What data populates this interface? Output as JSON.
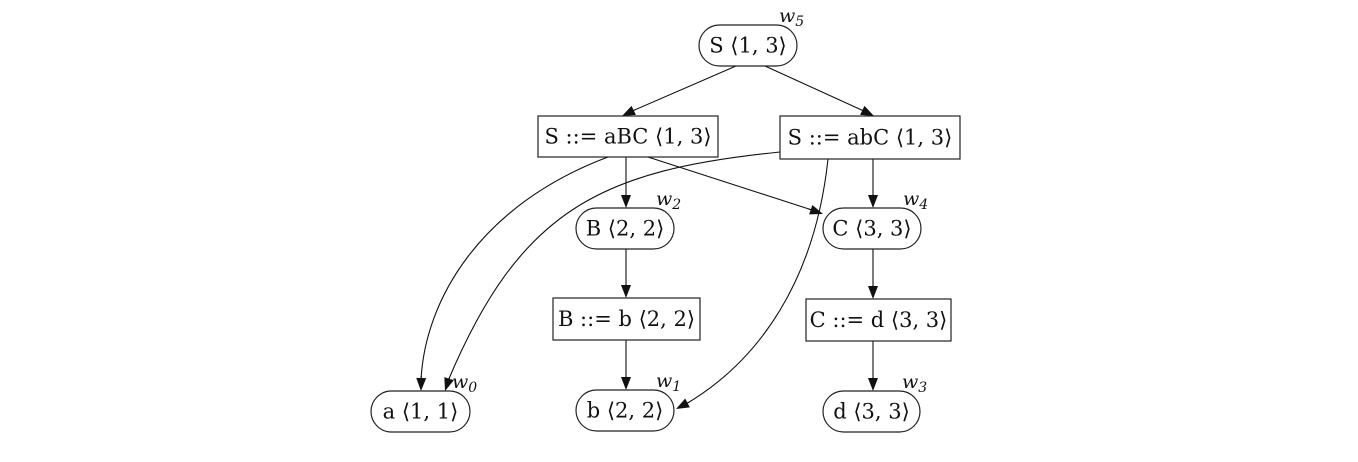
{
  "diagram": {
    "type": "parse-forest",
    "nodes": [
      {
        "id": "S13",
        "kind": "symbol",
        "label": "S ⟨1, 3⟩",
        "weight": {
          "base": "w",
          "sub": "5"
        }
      },
      {
        "id": "S_aBC",
        "kind": "production",
        "label": "S ::= aBC ⟨1, 3⟩"
      },
      {
        "id": "S_abC",
        "kind": "production",
        "label": "S ::= abC ⟨1, 3⟩"
      },
      {
        "id": "B22",
        "kind": "symbol",
        "label": "B ⟨2, 2⟩",
        "weight": {
          "base": "w",
          "sub": "2"
        }
      },
      {
        "id": "C33",
        "kind": "symbol",
        "label": "C ⟨3, 3⟩",
        "weight": {
          "base": "w",
          "sub": "4"
        }
      },
      {
        "id": "B_b",
        "kind": "production",
        "label": "B ::= b ⟨2, 2⟩"
      },
      {
        "id": "C_d",
        "kind": "production",
        "label": "C ::= d ⟨3, 3⟩"
      },
      {
        "id": "a11",
        "kind": "symbol",
        "label": "a ⟨1, 1⟩",
        "weight": {
          "base": "w",
          "sub": "0"
        }
      },
      {
        "id": "b22",
        "kind": "symbol",
        "label": "b ⟨2, 2⟩",
        "weight": {
          "base": "w",
          "sub": "1"
        }
      },
      {
        "id": "d33",
        "kind": "symbol",
        "label": "d ⟨3, 3⟩",
        "weight": {
          "base": "w",
          "sub": "3"
        }
      }
    ],
    "edges": [
      {
        "from": "S13",
        "to": "S_aBC"
      },
      {
        "from": "S13",
        "to": "S_abC"
      },
      {
        "from": "S_aBC",
        "to": "a11"
      },
      {
        "from": "S_aBC",
        "to": "B22"
      },
      {
        "from": "S_aBC",
        "to": "C33"
      },
      {
        "from": "S_abC",
        "to": "a11"
      },
      {
        "from": "S_abC",
        "to": "b22"
      },
      {
        "from": "S_abC",
        "to": "C33"
      },
      {
        "from": "B22",
        "to": "B_b"
      },
      {
        "from": "B_b",
        "to": "b22"
      },
      {
        "from": "C33",
        "to": "C_d"
      },
      {
        "from": "C_d",
        "to": "d33"
      }
    ]
  }
}
